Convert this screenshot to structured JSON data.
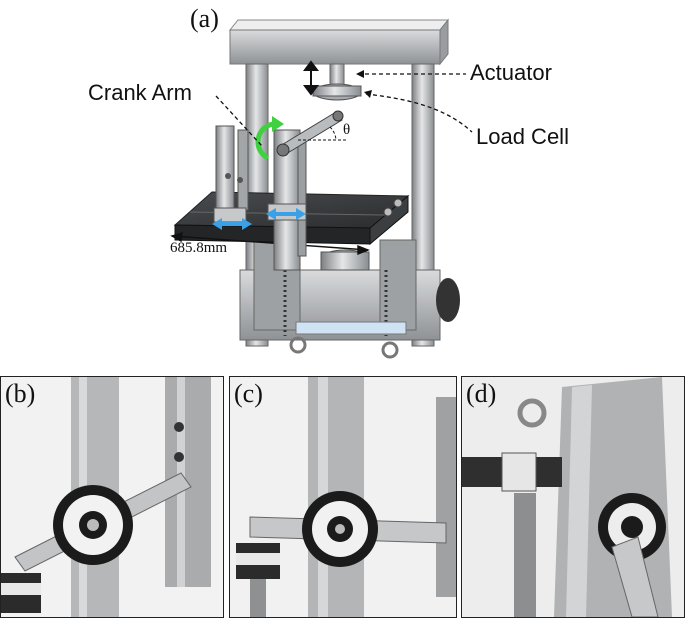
{
  "panels": {
    "a": "(a)",
    "b": "(b)",
    "c": "(c)",
    "d": "(d)"
  },
  "callouts": {
    "crank_arm": "Crank Arm",
    "actuator": "Actuator",
    "load_cell": "Load Cell",
    "angle": "θ",
    "dimension": "685.8mm"
  },
  "colors": {
    "frame_metal": "#b9bcbf",
    "rotation_arrow": "#3fd13f",
    "slide_arrow": "#3aa0e8",
    "sprocket": "#1b1b1b"
  }
}
